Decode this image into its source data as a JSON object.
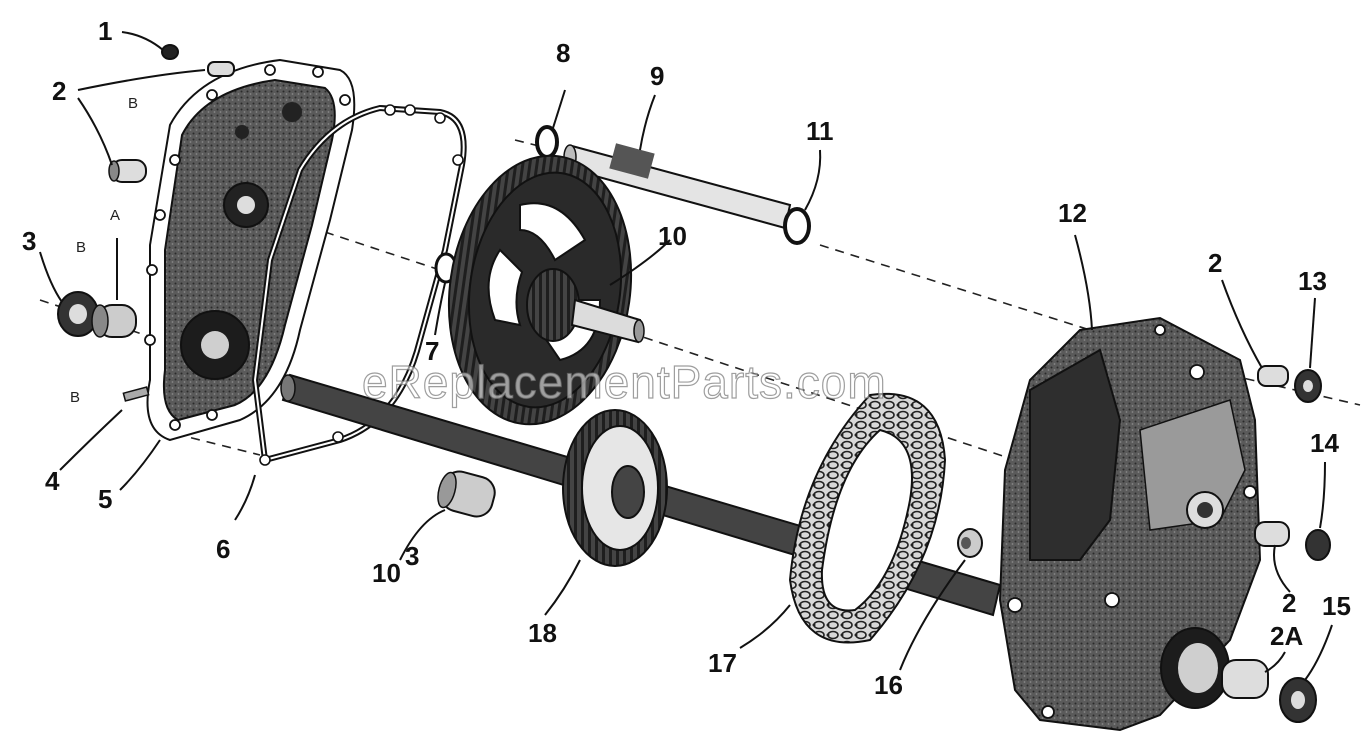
{
  "diagram": {
    "watermark": "eReplacementParts.com",
    "reference_marks": {
      "a": "A",
      "b": "B"
    },
    "callouts": [
      {
        "id": "c1",
        "text": "1"
      },
      {
        "id": "c2a",
        "text": "2"
      },
      {
        "id": "c3a",
        "text": "3"
      },
      {
        "id": "c4",
        "text": "4"
      },
      {
        "id": "c5",
        "text": "5"
      },
      {
        "id": "c6",
        "text": "6"
      },
      {
        "id": "c7",
        "text": "7"
      },
      {
        "id": "c8",
        "text": "8"
      },
      {
        "id": "c9",
        "text": "9"
      },
      {
        "id": "c10a",
        "text": "10"
      },
      {
        "id": "c10b",
        "text": "10"
      },
      {
        "id": "c3b",
        "text": "3"
      },
      {
        "id": "c11",
        "text": "11"
      },
      {
        "id": "c12",
        "text": "12"
      },
      {
        "id": "c2b",
        "text": "2"
      },
      {
        "id": "c13",
        "text": "13"
      },
      {
        "id": "c14",
        "text": "14"
      },
      {
        "id": "c2c",
        "text": "2"
      },
      {
        "id": "c2A",
        "text": "2A"
      },
      {
        "id": "c15",
        "text": "15"
      },
      {
        "id": "c16",
        "text": "16"
      },
      {
        "id": "c17",
        "text": "17"
      },
      {
        "id": "c18",
        "text": "18"
      }
    ],
    "colors": {
      "ink": "#111111",
      "metal_dark": "#3a3a3a",
      "metal_mid": "#6d6d6d",
      "paper": "#ffffff"
    }
  }
}
